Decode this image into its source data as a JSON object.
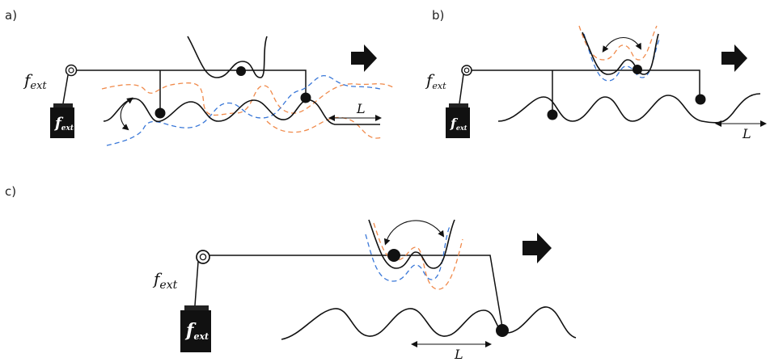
{
  "panels": {
    "a": {
      "label": "a)",
      "fext_label": "f",
      "fext_sub": "ext",
      "weight_label": "f",
      "weight_sub": "ext",
      "period_label": "L"
    },
    "b": {
      "label": "b)",
      "fext_label": "f",
      "fext_sub": "ext",
      "weight_label": "f",
      "weight_sub": "ext",
      "period_label": "L"
    },
    "c": {
      "label": "c)",
      "fext_label": "f",
      "fext_sub": "ext",
      "weight_label": "f",
      "weight_sub": "ext",
      "period_label": "L"
    }
  },
  "colors": {
    "line": "#111111",
    "blue_dashed": "#3a78d8",
    "orange_dashed": "#f08a4b"
  }
}
